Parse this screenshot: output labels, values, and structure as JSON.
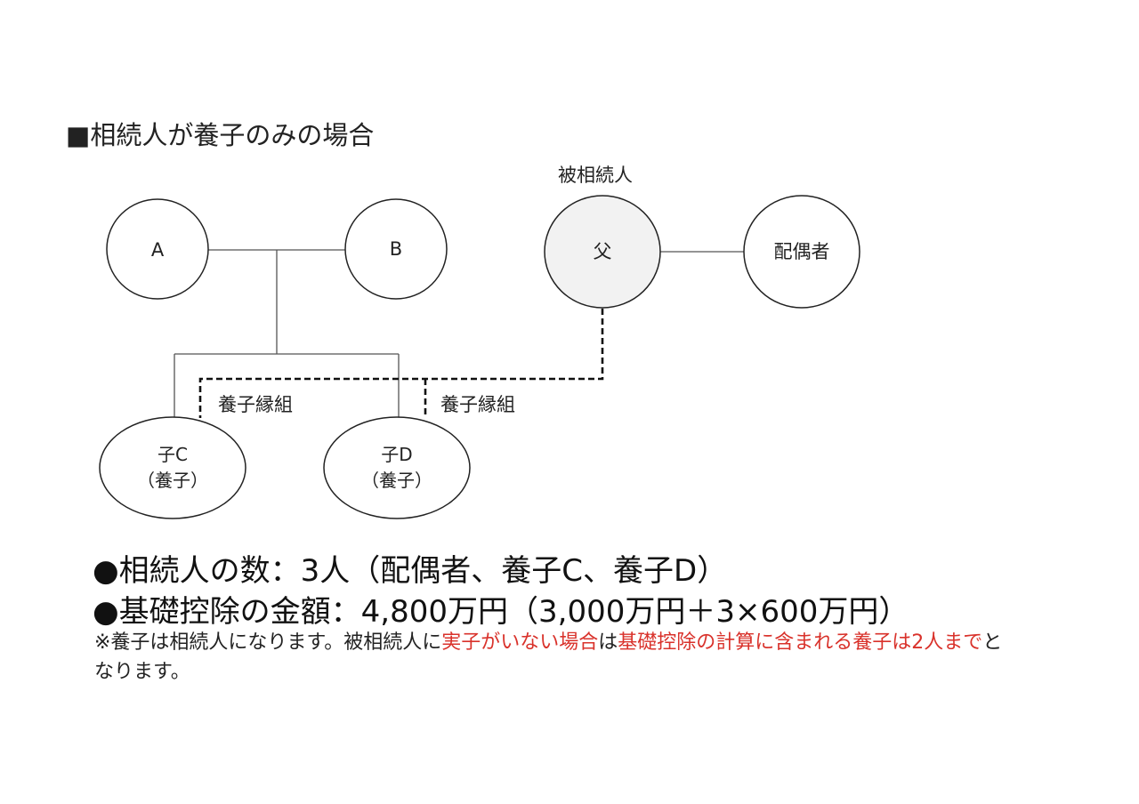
{
  "title": "■相続人が養子のみの場合",
  "diagram": {
    "decedent_caption": "被相続人",
    "nodes": {
      "a": "A",
      "b": "B",
      "father": "父",
      "spouse": "配偶者",
      "child_c_line1": "子C",
      "child_c_line2": "（養子）",
      "child_d_line1": "子D",
      "child_d_line2": "（養子）"
    },
    "adoption_label_1": "養子縁組",
    "adoption_label_2": "養子縁組",
    "colors": {
      "decedent_fill": "#f2f2f2",
      "node_fill": "#ffffff",
      "stroke": "#222222"
    }
  },
  "summary": {
    "heirs_count": "●相続人の数：3人（配偶者、養子C、養子D）",
    "basic_deduction": "●基礎控除の金額：4,800万円（3,000万円＋3×600万円）"
  },
  "note": {
    "p1": "※養子は相続人になります。被相続人に",
    "r1": "実子がいない場合",
    "p2": "は",
    "r2": "基礎控除の計算に含まれる養子は2人まで",
    "p3": "となります。"
  },
  "colors": {
    "accent_red": "#d9322b"
  }
}
